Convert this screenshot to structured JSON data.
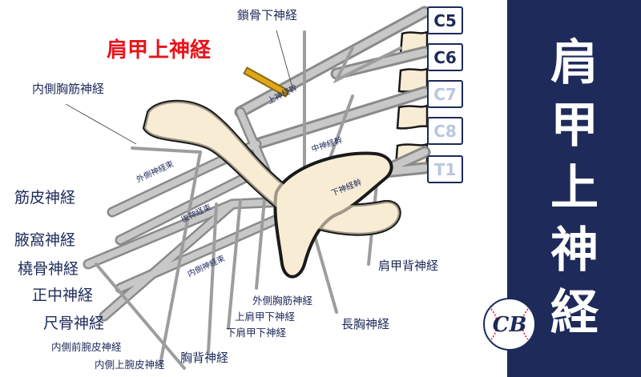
{
  "title": "肩甲上神経",
  "highlight_label": "肩甲上神経",
  "roots": [
    "C5",
    "C6",
    "C7",
    "C8",
    "T1"
  ],
  "trunk_labels": [
    "上神経幹",
    "中神経幹",
    "下神経幹"
  ],
  "cord_labels": [
    "外側神経束",
    "後神経束",
    "内側神経束"
  ],
  "nerve_labels": {
    "subclavian": "鎖骨下神経",
    "medial_pectoral": "内側胸筋神経",
    "musculocutaneous": "筋皮神経",
    "axillary": "腋窩神経",
    "radial": "橈骨神経",
    "median": "正中神経",
    "ulnar": "尺骨神経",
    "medial_antebrachial": "内側前腕皮神経",
    "medial_brachial": "内側上腕皮神経",
    "thoracodorsal": "胸背神経",
    "lateral_pectoral": "外側胸筋神経",
    "upper_subscapular": "上肩甲下神経",
    "lower_subscapular": "下肩甲下神経",
    "long_thoracic": "長胸神経",
    "dorsal_scapular": "肩甲背神経"
  },
  "colors": {
    "panel": "#1e2a5a",
    "highlight": "#e8141a",
    "nerve": "#9d9d9d",
    "bone": "#f8ecd4",
    "suprascapular": "#e0a818"
  },
  "logo_icon": "baseball-logo-icon",
  "logo_text": "CB"
}
